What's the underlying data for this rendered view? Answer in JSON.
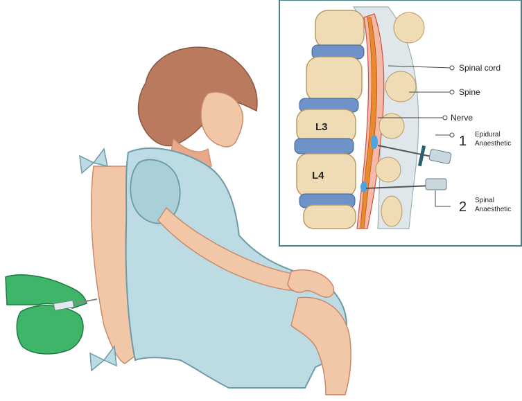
{
  "inset": {
    "vertebra_labels": [
      "L3",
      "L4"
    ],
    "labels": {
      "spinal_cord": "Spinal cord",
      "spine": "Spine",
      "nerve": "Nerve"
    },
    "options": [
      {
        "number": "1",
        "line1": "Epidural",
        "line2": "Anaesthetic"
      },
      {
        "number": "2",
        "line1": "Spinal",
        "line2": "Anaesthetic"
      }
    ]
  },
  "colors": {
    "gown": "#bcdbe2",
    "gown_stroke": "#6c9aa6",
    "skin": "#f2c7a8",
    "skin_shadow": "#e8a98a",
    "hair": "#b97a5e",
    "glove": "#3fb56a",
    "bone": "#f0dcb4",
    "disc": "#6f93c9",
    "cord": "#e88a2d",
    "frame": "#4a7f8a"
  }
}
